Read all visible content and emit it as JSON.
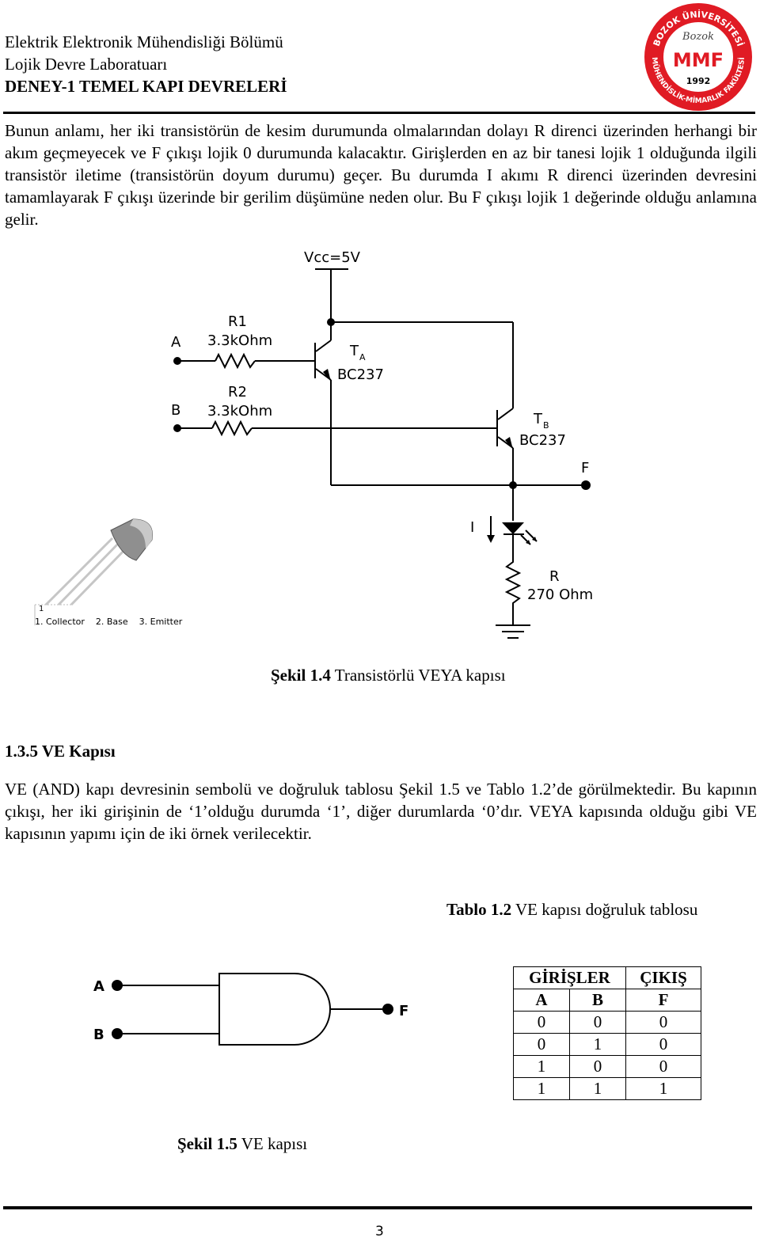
{
  "header": {
    "line1": "Elektrik Elektronik Mühendisliği Bölümü",
    "line2": "Lojik Devre Laboratuarı",
    "line3": "DENEY-1 TEMEL KAPI DEVRELERİ",
    "logo": {
      "ring_text_top": "BOZOK ÜNİVERSİTESİ",
      "ring_text_bottom": "MÜHENDİSLİK-MİMARLIK FAKÜLTESİ",
      "center_text": "MMF",
      "year": "1992",
      "signature": "Bozok",
      "color": "#e01b24"
    }
  },
  "intro_paragraph": "Bunun anlamı, her iki transistörün de kesim durumunda olmalarından dolayı R direnci üzerinden herhangi bir akım geçmeyecek ve F çıkışı lojik 0 durumunda kalacaktır. Girişlerden en az bir tanesi lojik 1 olduğunda ilgili transistör iletime (transistörün doyum durumu) geçer. Bu durumda I akımı R direnci üzerinden devresini tamamlayarak F çıkışı üzerinde bir gerilim düşümüne neden olur. Bu F çıkışı lojik 1 değerinde olduğu anlamına gelir.",
  "circuit": {
    "vcc": "Vcc=5V",
    "input_a": "A",
    "input_b": "B",
    "r1_name": "R1",
    "r1_value": "3.3kOhm",
    "r2_name": "R2",
    "r2_value": "3.3kOhm",
    "ta_name": "T",
    "ta_sub": "A",
    "ta_model": "BC237",
    "tb_name": "T",
    "tb_sub": "B",
    "tb_model": "BC237",
    "output": "F",
    "current": "I",
    "r_name": "R",
    "r_value": "270 Ohm",
    "pinout_number": "1",
    "pinout_text": "1. Collector    2. Base    3. Emitter"
  },
  "figure_1_4_caption": {
    "bold": "Şekil 1.4",
    "text": " Transistörlü VEYA kapısı"
  },
  "section_title": "1.3.5 VE Kapısı",
  "and_paragraph": {
    "text": "VE (AND) kapı devresinin sembolü ve doğruluk tablosu Şekil 1.5 ve Tablo 1.2’de görülmektedir. Bu kapının çıkışı, her iki girişinin de ‘1’olduğu durumda ‘1’, diğer durumlarda ‘0’dır. VEYA kapısında olduğu gibi VE kapısının yapımı için de iki örnek verilecektir."
  },
  "table_1_2_caption": {
    "bold": "Tablo 1.2",
    "text": " VE kapısı doğruluk tablosu"
  },
  "truth_table": {
    "group_inputs": "GİRİŞLER",
    "group_output": "ÇIKIŞ",
    "headers": [
      "A",
      "B",
      "F"
    ],
    "rows": [
      [
        "0",
        "0",
        "0"
      ],
      [
        "0",
        "1",
        "0"
      ],
      [
        "1",
        "0",
        "0"
      ],
      [
        "1",
        "1",
        "1"
      ]
    ]
  },
  "and_gate": {
    "input_a": "A",
    "input_b": "B",
    "output": "F"
  },
  "figure_1_5_caption": {
    "bold": "Şekil 1.5",
    "text": " VE kapısı"
  },
  "page_number": "3"
}
